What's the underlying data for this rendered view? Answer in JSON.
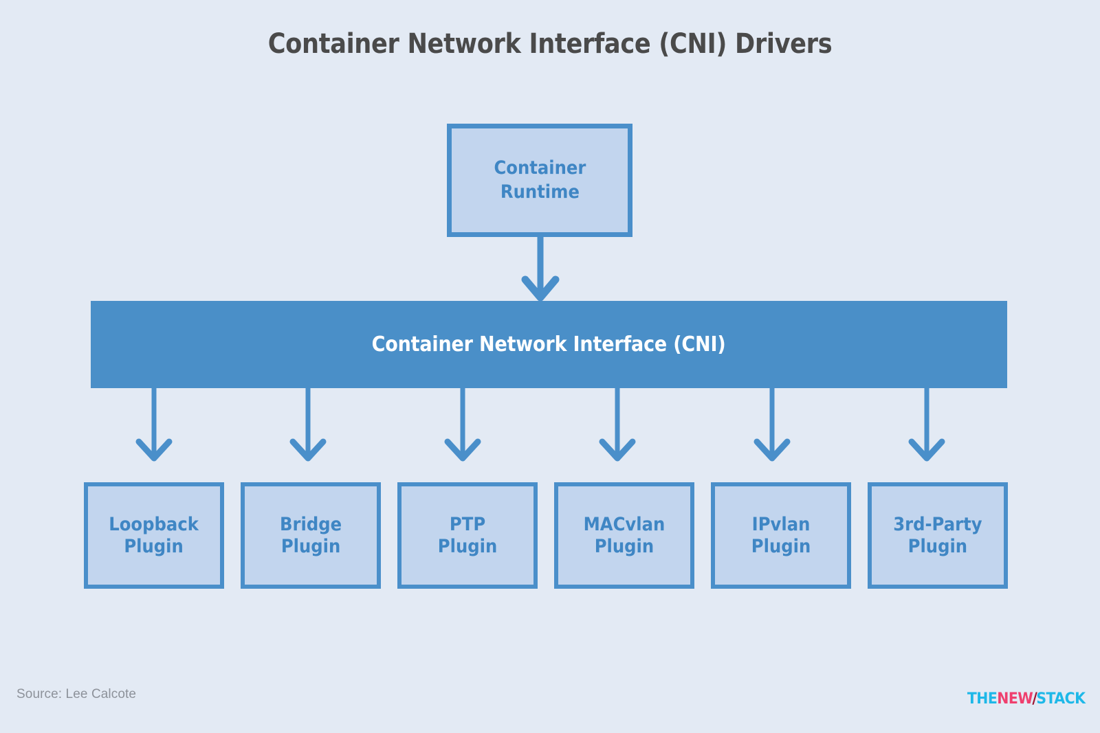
{
  "page": {
    "title": "Container Network Interface (CNI) Drivers",
    "background_color": "#e3eaf4"
  },
  "colors": {
    "box_fill": "#c2d5ee",
    "box_border": "#4a8fca",
    "bar_fill": "#4a8fc8",
    "box_text": "#3f86c4",
    "bar_text": "#ffffff",
    "title_text": "#4a4a4a",
    "source_text": "#8d929a",
    "arrow": "#4a8fca",
    "logo_cyan": "#1eb8e8",
    "logo_pink": "#ef3f6e",
    "logo_dark_red": "#9b1230"
  },
  "diagram": {
    "type": "block-hierarchy",
    "runtime": {
      "label": "Container\nRuntime",
      "label_line1": "Container",
      "label_line2": "Runtime"
    },
    "interface_bar": {
      "label": "Container Network Interface (CNI)"
    },
    "plugins": [
      {
        "label": "Loopback\nPlugin",
        "name": "Loopback Plugin"
      },
      {
        "label": "Bridge\nPlugin",
        "name": "Bridge Plugin"
      },
      {
        "label": "PTP\nPlugin",
        "name": "PTP Plugin"
      },
      {
        "label": "MACvlan\nPlugin",
        "name": "MACvlan Plugin"
      },
      {
        "label": "IPvlan\nPlugin",
        "name": "IPvlan Plugin"
      },
      {
        "label": "3rd-Party\nPlugin",
        "name": "3rd-Party Plugin"
      }
    ],
    "connections": [
      {
        "from": "Container Runtime",
        "to": "Container Network Interface (CNI)",
        "arrow": "down"
      },
      {
        "from": "Container Network Interface (CNI)",
        "to": "Loopback Plugin",
        "arrow": "down"
      },
      {
        "from": "Container Network Interface (CNI)",
        "to": "Bridge Plugin",
        "arrow": "down"
      },
      {
        "from": "Container Network Interface (CNI)",
        "to": "PTP Plugin",
        "arrow": "down"
      },
      {
        "from": "Container Network Interface (CNI)",
        "to": "MACvlan Plugin",
        "arrow": "down"
      },
      {
        "from": "Container Network Interface (CNI)",
        "to": "IPvlan Plugin",
        "arrow": "down"
      },
      {
        "from": "Container Network Interface (CNI)",
        "to": "3rd-Party Plugin",
        "arrow": "down"
      }
    ]
  },
  "footer": {
    "source": "Source: Lee Calcote",
    "logo": {
      "the": "THE",
      "new": "NEW",
      "slash": "/",
      "stack": "STACK"
    }
  }
}
